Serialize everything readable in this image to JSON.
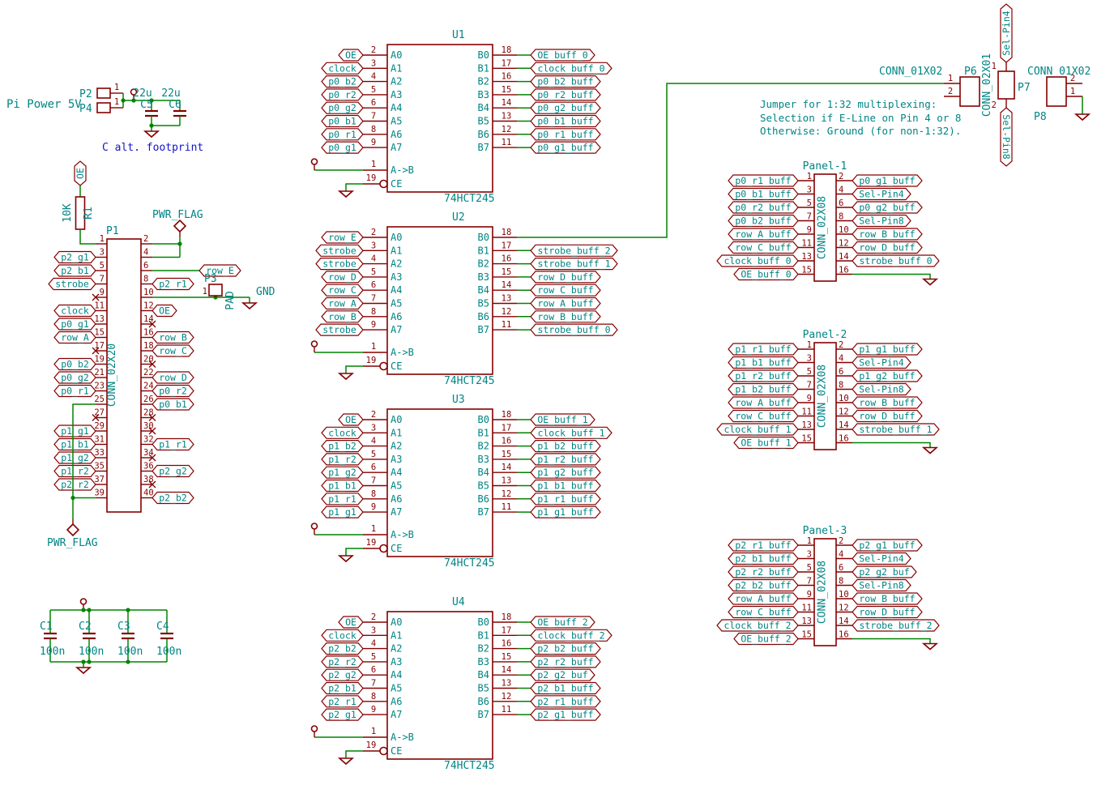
{
  "colors": {
    "wire": "#008400",
    "component": "#840000",
    "text": "#008484",
    "note_blue": "#1212cc",
    "background": "#ffffff"
  },
  "power_input": {
    "title": "Pi Power 5V",
    "p2_ref": "P2",
    "p2_pin": "1",
    "p4_ref": "P4",
    "p4_pin": "1",
    "c5_ref": "C5",
    "c5_value": "22u",
    "c6_ref": "C6",
    "c6_value": "22u",
    "note": "C alt. footprint"
  },
  "pullup": {
    "net": "OE",
    "ref": "R1",
    "value": "10K"
  },
  "pwr_flag_top": "PWR_FLAG",
  "pwr_flag_bottom": "PWR_FLAG",
  "pi_header": {
    "ref": "P1",
    "value": "CONN_02X20",
    "rows": [
      {
        "ln": "1",
        "rn": "2"
      },
      {
        "ln": "3",
        "ll": "p2_g1",
        "rn": "4"
      },
      {
        "ln": "5",
        "ll": "p2_b1",
        "rn": "6",
        "rl": "row_E",
        "far": true
      },
      {
        "ln": "7",
        "ll": "strobe",
        "rn": "8",
        "rl": "p2_r1"
      },
      {
        "ln": "9",
        "lnc": true,
        "rn": "10"
      },
      {
        "ln": "11",
        "ll": "clock",
        "rn": "12",
        "rl": "OE"
      },
      {
        "ln": "13",
        "ll": "p0_g1",
        "rn": "14",
        "rnc": true
      },
      {
        "ln": "15",
        "ll": "row_A",
        "rn": "16",
        "rl": "row_B"
      },
      {
        "ln": "17",
        "lnc": true,
        "rn": "18",
        "rl": "row_C"
      },
      {
        "ln": "19",
        "ll": "p0_b2",
        "rn": "20",
        "rnc": true
      },
      {
        "ln": "21",
        "ll": "p0_g2",
        "rn": "22",
        "rl": "row_D"
      },
      {
        "ln": "23",
        "ll": "p0_r1",
        "rn": "24",
        "rl": "p0_r2"
      },
      {
        "ln": "25",
        "rn": "26",
        "rl": "p0_b1"
      },
      {
        "ln": "27",
        "lnc": true,
        "rn": "28",
        "rnc": true
      },
      {
        "ln": "29",
        "ll": "p1_g1",
        "rn": "30",
        "rnc": true
      },
      {
        "ln": "31",
        "ll": "p1_b1",
        "rn": "32",
        "rl": "p1_r1"
      },
      {
        "ln": "33",
        "ll": "p1_g2",
        "rn": "34",
        "rnc": true
      },
      {
        "ln": "35",
        "ll": "p1_r2",
        "rn": "36",
        "rl": "p2_g2"
      },
      {
        "ln": "37",
        "ll": "p2_r2",
        "rn": "38",
        "rnc": true
      },
      {
        "ln": "39",
        "rn": "40",
        "rl": "p2_b2"
      }
    ]
  },
  "pad": {
    "ref": "P3",
    "value": "PAD",
    "pin": "1",
    "gnd": "GND"
  },
  "decoupling": {
    "caps": [
      {
        "ref": "C1",
        "value": "100n"
      },
      {
        "ref": "C2",
        "value": "100n"
      },
      {
        "ref": "C3",
        "value": "100n"
      },
      {
        "ref": "C4",
        "value": "100n"
      }
    ]
  },
  "buffers": [
    {
      "ref": "U1",
      "value": "74HCT245",
      "dir_pin": "1",
      "dir_name": "A->B",
      "en_pin": "19",
      "en_name": "CE",
      "rows": [
        {
          "ln": "2",
          "an": "A0",
          "in": "OE",
          "rn": "18",
          "bn": "B0",
          "out": "OE_buff_0"
        },
        {
          "ln": "3",
          "an": "A1",
          "in": "clock",
          "rn": "17",
          "bn": "B1",
          "out": "clock_buff_0"
        },
        {
          "ln": "4",
          "an": "A2",
          "in": "p0_b2",
          "rn": "16",
          "bn": "B2",
          "out": "p0_b2_buff"
        },
        {
          "ln": "5",
          "an": "A3",
          "in": "p0_r2",
          "rn": "15",
          "bn": "B3",
          "out": "p0_r2_buff"
        },
        {
          "ln": "6",
          "an": "A4",
          "in": "p0_g2",
          "rn": "14",
          "bn": "B4",
          "out": "p0_g2_buff"
        },
        {
          "ln": "7",
          "an": "A5",
          "in": "p0_b1",
          "rn": "13",
          "bn": "B5",
          "out": "p0_b1_buff"
        },
        {
          "ln": "8",
          "an": "A6",
          "in": "p0_r1",
          "rn": "12",
          "bn": "B6",
          "out": "p0_r1_buff"
        },
        {
          "ln": "9",
          "an": "A7",
          "in": "p0_g1",
          "rn": "11",
          "bn": "B7",
          "out": "p0_g1_buff"
        }
      ]
    },
    {
      "ref": "U2",
      "value": "74HCT245",
      "dir_pin": "1",
      "dir_name": "A->B",
      "en_pin": "19",
      "en_name": "CE",
      "rows": [
        {
          "ln": "2",
          "an": "A0",
          "in": "row_E",
          "rn": "18",
          "bn": "B0",
          "out": null
        },
        {
          "ln": "3",
          "an": "A1",
          "in": "strobe",
          "rn": "17",
          "bn": "B1",
          "out": "strobe_buff_2"
        },
        {
          "ln": "4",
          "an": "A2",
          "in": "strobe",
          "rn": "16",
          "bn": "B2",
          "out": "strobe_buff_1"
        },
        {
          "ln": "5",
          "an": "A3",
          "in": "row_D",
          "rn": "15",
          "bn": "B3",
          "out": "row_D_buff"
        },
        {
          "ln": "6",
          "an": "A4",
          "in": "row_C",
          "rn": "14",
          "bn": "B4",
          "out": "row_C_buff"
        },
        {
          "ln": "7",
          "an": "A5",
          "in": "row_A",
          "rn": "13",
          "bn": "B5",
          "out": "row_A_buff"
        },
        {
          "ln": "8",
          "an": "A6",
          "in": "row_B",
          "rn": "12",
          "bn": "B6",
          "out": "row_B_buff"
        },
        {
          "ln": "9",
          "an": "A7",
          "in": "strobe",
          "rn": "11",
          "bn": "B7",
          "out": "strobe_buff_0"
        }
      ]
    },
    {
      "ref": "U3",
      "value": "74HCT245",
      "dir_pin": "1",
      "dir_name": "A->B",
      "en_pin": "19",
      "en_name": "CE",
      "rows": [
        {
          "ln": "2",
          "an": "A0",
          "in": "OE",
          "rn": "18",
          "bn": "B0",
          "out": "OE_buff_1"
        },
        {
          "ln": "3",
          "an": "A1",
          "in": "clock",
          "rn": "17",
          "bn": "B1",
          "out": "clock_buff_1"
        },
        {
          "ln": "4",
          "an": "A2",
          "in": "p1_b2",
          "rn": "16",
          "bn": "B2",
          "out": "p1_b2_buff"
        },
        {
          "ln": "5",
          "an": "A3",
          "in": "p1_r2",
          "rn": "15",
          "bn": "B3",
          "out": "p1_r2_buff"
        },
        {
          "ln": "6",
          "an": "A4",
          "in": "p1_g2",
          "rn": "14",
          "bn": "B4",
          "out": "p1_g2_buff"
        },
        {
          "ln": "7",
          "an": "A5",
          "in": "p1_b1",
          "rn": "13",
          "bn": "B5",
          "out": "p1_b1_buff"
        },
        {
          "ln": "8",
          "an": "A6",
          "in": "p1_r1",
          "rn": "12",
          "bn": "B6",
          "out": "p1_r1_buff"
        },
        {
          "ln": "9",
          "an": "A7",
          "in": "p1_g1",
          "rn": "11",
          "bn": "B7",
          "out": "p1_g1_buff"
        }
      ]
    },
    {
      "ref": "U4",
      "value": "74HCT245",
      "dir_pin": "1",
      "dir_name": "A->B",
      "en_pin": "19",
      "en_name": "CE",
      "rows": [
        {
          "ln": "2",
          "an": "A0",
          "in": "OE",
          "rn": "18",
          "bn": "B0",
          "out": "OE_buff_2"
        },
        {
          "ln": "3",
          "an": "A1",
          "in": "clock",
          "rn": "17",
          "bn": "B1",
          "out": "clock_buff_2"
        },
        {
          "ln": "4",
          "an": "A2",
          "in": "p2_b2",
          "rn": "16",
          "bn": "B2",
          "out": "p2_b2_buff"
        },
        {
          "ln": "5",
          "an": "A3",
          "in": "p2_r2",
          "rn": "15",
          "bn": "B3",
          "out": "p2_r2_buff"
        },
        {
          "ln": "6",
          "an": "A4",
          "in": "p2_g2",
          "rn": "14",
          "bn": "B4",
          "out": "p2_g2_buf"
        },
        {
          "ln": "7",
          "an": "A5",
          "in": "p2_b1",
          "rn": "13",
          "bn": "B5",
          "out": "p2_b1_buff"
        },
        {
          "ln": "8",
          "an": "A6",
          "in": "p2_r1",
          "rn": "12",
          "bn": "B6",
          "out": "p2_r1_buff"
        },
        {
          "ln": "9",
          "an": "A7",
          "in": "p2_g1",
          "rn": "11",
          "bn": "B7",
          "out": "p2_g1_buff"
        }
      ]
    }
  ],
  "panels": [
    {
      "title": "Panel-1",
      "value": "CONN_02X08",
      "left": [
        {
          "n": "1",
          "l": "p0_r1_buff"
        },
        {
          "n": "3",
          "l": "p0_b1_buff"
        },
        {
          "n": "5",
          "l": "p0_r2_buff"
        },
        {
          "n": "7",
          "l": "p0_b2_buff"
        },
        {
          "n": "9",
          "l": "row_A_buff"
        },
        {
          "n": "11",
          "l": "row_C_buff"
        },
        {
          "n": "13",
          "l": "clock_buff_0"
        },
        {
          "n": "15",
          "l": "OE_buff_0"
        }
      ],
      "right": [
        {
          "n": "2",
          "l": "p0_g1_buff"
        },
        {
          "n": "4",
          "l": "Sel-Pin4"
        },
        {
          "n": "6",
          "l": "p0_g2_buff"
        },
        {
          "n": "8",
          "l": "Sel-Pin8"
        },
        {
          "n": "10",
          "l": "row_B_buff"
        },
        {
          "n": "12",
          "l": "row_D_buff"
        },
        {
          "n": "14",
          "l": "strobe_buff_0"
        },
        {
          "n": "16",
          "l": null
        }
      ]
    },
    {
      "title": "Panel-2",
      "value": "CONN_02X08",
      "left": [
        {
          "n": "1",
          "l": "p1_r1_buff"
        },
        {
          "n": "3",
          "l": "p1_b1_buff"
        },
        {
          "n": "5",
          "l": "p1_r2_buff"
        },
        {
          "n": "7",
          "l": "p1_b2_buff"
        },
        {
          "n": "9",
          "l": "row_A_buff"
        },
        {
          "n": "11",
          "l": "row_C_buff"
        },
        {
          "n": "13",
          "l": "clock_buff_1"
        },
        {
          "n": "15",
          "l": "OE_buff_1"
        }
      ],
      "right": [
        {
          "n": "2",
          "l": "p1_g1_buff"
        },
        {
          "n": "4",
          "l": "Sel-Pin4"
        },
        {
          "n": "6",
          "l": "p1_g2_buff"
        },
        {
          "n": "8",
          "l": "Sel-Pin8"
        },
        {
          "n": "10",
          "l": "row_B_buff"
        },
        {
          "n": "12",
          "l": "row_D_buff"
        },
        {
          "n": "14",
          "l": "strobe_buff_1"
        },
        {
          "n": "16",
          "l": null
        }
      ]
    },
    {
      "title": "Panel-3",
      "value": "CONN_02X08",
      "left": [
        {
          "n": "1",
          "l": "p2_r1_buff"
        },
        {
          "n": "3",
          "l": "p2_b1_buff"
        },
        {
          "n": "5",
          "l": "p2_r2_buff"
        },
        {
          "n": "7",
          "l": "p2_b2_buff"
        },
        {
          "n": "9",
          "l": "row_A_buff"
        },
        {
          "n": "11",
          "l": "row_C_buff"
        },
        {
          "n": "13",
          "l": "clock_buff_2"
        },
        {
          "n": "15",
          "l": "OE_buff_2"
        }
      ],
      "right": [
        {
          "n": "2",
          "l": "p2_g1_buff"
        },
        {
          "n": "4",
          "l": "Sel-Pin4"
        },
        {
          "n": "6",
          "l": "p2_g2_buf"
        },
        {
          "n": "8",
          "l": "Sel-Pin8"
        },
        {
          "n": "10",
          "l": "row_B_buff"
        },
        {
          "n": "12",
          "l": "row_D_buff"
        },
        {
          "n": "14",
          "l": "strobe_buff_2"
        },
        {
          "n": "16",
          "l": null
        }
      ]
    }
  ],
  "jumper_area": {
    "note_line1": "Jumper for 1:32 multiplexing:",
    "note_line2": "Selection if E-Line on Pin 4 or 8",
    "note_line3": "Otherwise: Ground (for non-1:32).",
    "p6": {
      "ref": "P6",
      "value": "CONN_01X02",
      "pin1": "1",
      "pin2": "2"
    },
    "p7": {
      "ref": "P7",
      "value": "CONN_02X01",
      "pin1": "1",
      "pin2": "2",
      "sel4": "Sel-Pin4",
      "sel8": "Sel-Pin8"
    },
    "p8": {
      "ref": "P8",
      "value": "CONN_01X02",
      "pin1": "2",
      "pin2": "1"
    }
  }
}
